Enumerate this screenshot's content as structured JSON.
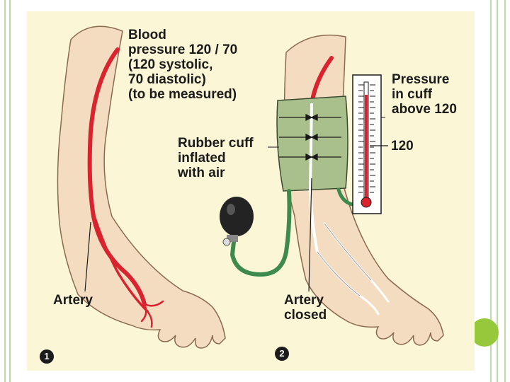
{
  "panel1": {
    "badge": "1",
    "bp_label": [
      "Blood",
      "pressure 120 / 70",
      "(120 systolic,",
      "70 diastolic)",
      "(to be measured)"
    ],
    "artery_label": "Artery"
  },
  "panel2": {
    "badge": "2",
    "cuff_label": [
      "Rubber cuff",
      "inflated",
      "with air"
    ],
    "pressure_label": [
      "Pressure",
      "in cuff",
      "above 120"
    ],
    "gauge_value": "120",
    "artery_label": [
      "Artery",
      "closed"
    ]
  },
  "colors": {
    "skin": "#f4dcc0",
    "artery": "#d9232e",
    "cuff": "#a9c08c",
    "tube": "#3e8a4c",
    "bulb": "#232323",
    "background": "#fbf6d6",
    "slide_accent": "#96c83c"
  }
}
